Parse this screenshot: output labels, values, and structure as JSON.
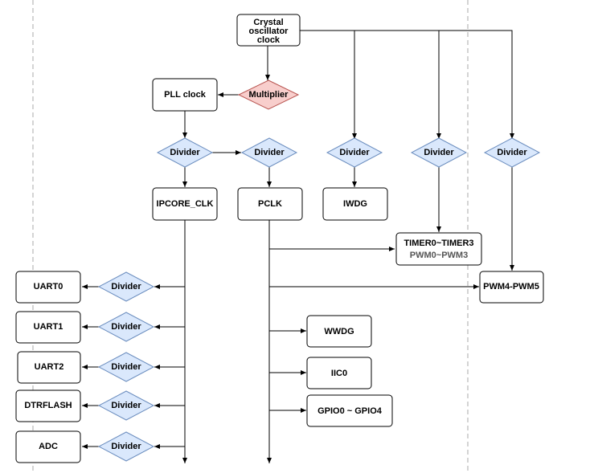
{
  "nodes": {
    "crystal": [
      "Crystal",
      "oscillator",
      "clock"
    ],
    "multiplier": "Multiplier",
    "pll": "PLL clock",
    "divider": "Divider",
    "ipcore": "IPCORE_CLK",
    "pclk": "PCLK",
    "iwdg": "IWDG",
    "timer": [
      "TIMER0~TIMER3",
      "PWM0~PWM3"
    ],
    "pwm45": "PWM4-PWM5",
    "wwdg": "WWDG",
    "iic0": "IIC0",
    "gpio": "GPIO0 ~ GPIO4",
    "uart0": "UART0",
    "uart1": "UART1",
    "uart2": "UART2",
    "dtrflash": "DTRFLASH",
    "adc": "ADC"
  },
  "colors": {
    "divider_fill": "#dae8fc",
    "divider_stroke": "#6c8ebf",
    "multiplier_fill": "#f8cecc",
    "multiplier_stroke": "#b85450",
    "box_stroke": "#000000",
    "line": "#000000",
    "dash": "#aaaaaa"
  }
}
